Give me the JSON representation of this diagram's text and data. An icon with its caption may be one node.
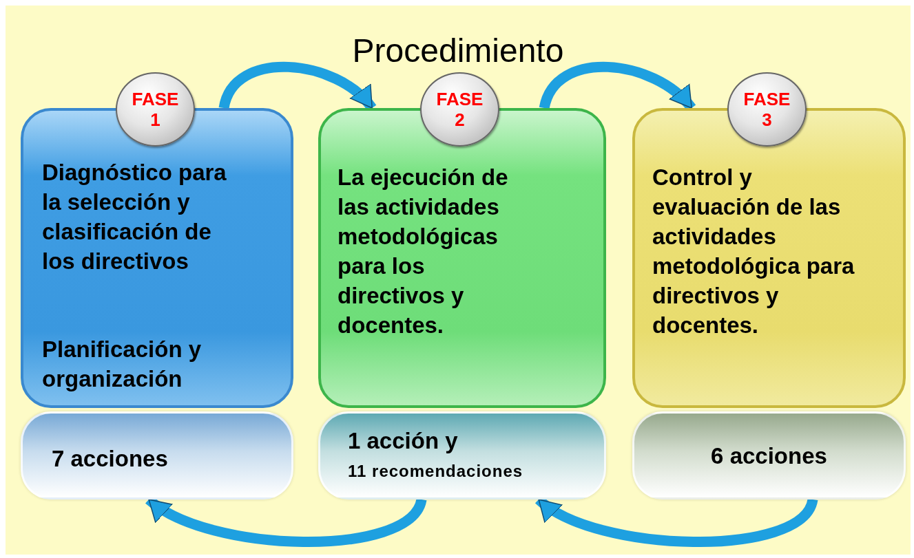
{
  "diagram": {
    "title": "Procedimiento",
    "nodes": [
      {
        "text": [
          "FASE 1"
        ]
      },
      {
        "text": [
          "Diagnóstico para la selección y clasificación de los directivos",
          "Planificación y organización"
        ]
      },
      {
        "text": [
          "7 acciones"
        ]
      },
      {
        "text": [
          "FASE 2"
        ]
      },
      {
        "text": [
          "La ejecución de las actividades metodológicas para los directivos y docentes."
        ]
      },
      {
        "text": [
          "1 acción y",
          "11 recomendaciones"
        ]
      },
      {
        "text": [
          "FASE 3"
        ]
      },
      {
        "text": [
          "Control y evaluación de las actividades metodológica para directivos y docentes."
        ]
      },
      {
        "text": [
          "6 acciones"
        ]
      }
    ],
    "edges": [
      {
        "from": 1,
        "to": 4,
        "arrow": "to"
      },
      {
        "from": 4,
        "to": 7,
        "arrow": "to"
      },
      {
        "from": 5,
        "to": 2,
        "arrow": "to"
      },
      {
        "from": 8,
        "to": 5,
        "arrow": "to"
      }
    ]
  }
}
